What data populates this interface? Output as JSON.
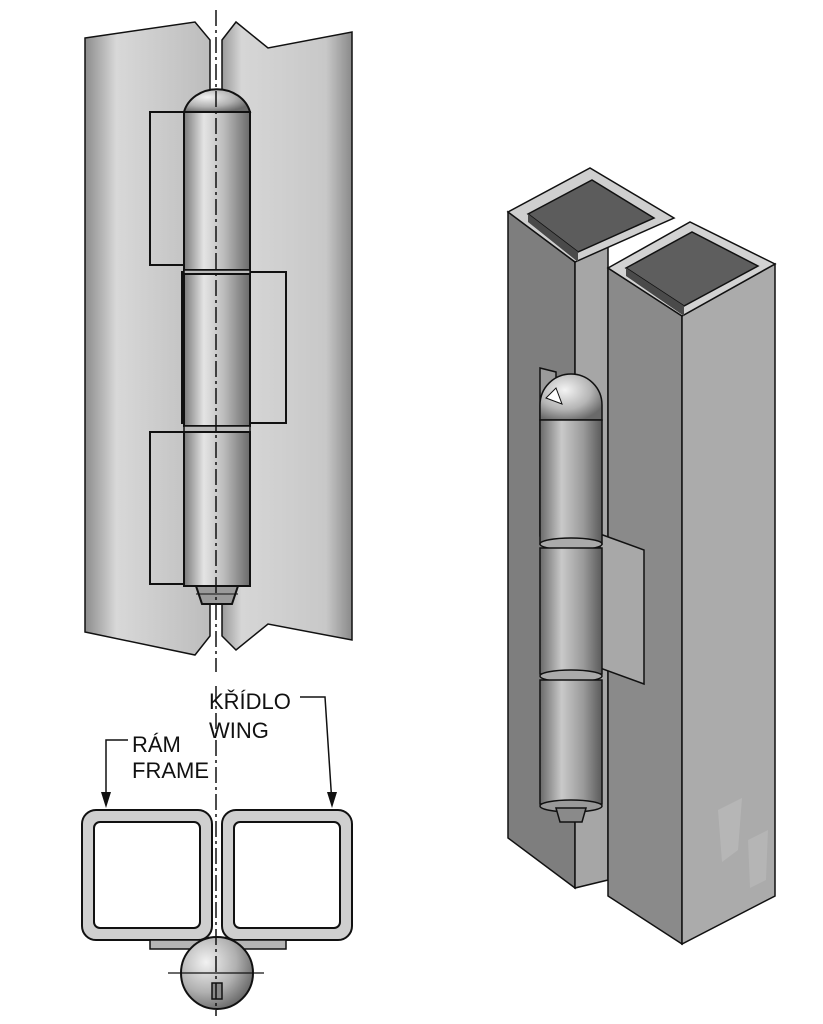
{
  "labels": {
    "frame_cz": "RÁM",
    "frame_en": "FRAME",
    "wing_cz": "KŘÍDLO",
    "wing_en": "WING"
  },
  "colors": {
    "line": "#111111",
    "metal_light": "#d4d4d4",
    "metal_mid": "#a8a8a8",
    "metal_dark": "#6e6e6e",
    "iso_face_left": "#8a8a8a",
    "iso_face_right": "#a9a9a9",
    "iso_top": "#d0d0d0"
  },
  "icons": {
    "front_view": "hinge-front-view-drawing",
    "section_view": "hinge-section-view-drawing",
    "iso_view": "hinge-isometric-model"
  }
}
